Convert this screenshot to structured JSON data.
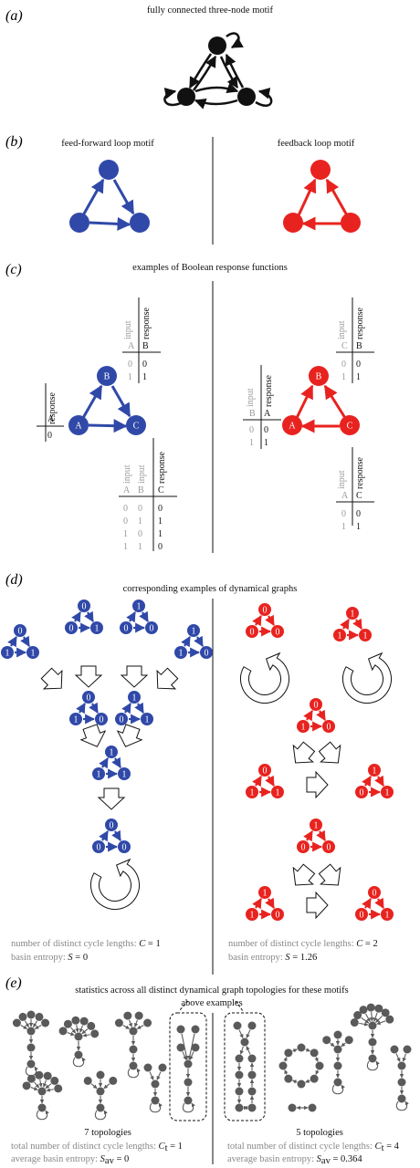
{
  "panels": {
    "a": {
      "label": "(a)",
      "title": "fully connected three-node motif"
    },
    "b": {
      "label": "(b)",
      "left_title": "feed-forward loop motif",
      "right_title": "feedback loop motif"
    },
    "c": {
      "label": "(c)",
      "title": "examples of Boolean response functions"
    },
    "d": {
      "label": "(d)",
      "title": "corresponding examples of dynamical graphs"
    },
    "e": {
      "label": "(e)",
      "title": "statistics across all distinct dynamical graph topologies for these motifs",
      "callout": "above examples"
    }
  },
  "colors": {
    "black": "#111111",
    "blue": "#3049a8",
    "red": "#e8231f",
    "gray": "#5a5a5a"
  },
  "nodes": {
    "A": "A",
    "B": "B",
    "C": "C"
  },
  "tables": {
    "input": "input",
    "response": "response",
    "ffl_A": {
      "resp": "A",
      "rows": [
        [
          "0"
        ]
      ]
    },
    "ffl_B": {
      "in": "A",
      "resp": "B",
      "rows": [
        [
          "0",
          "0"
        ],
        [
          "1",
          "1"
        ]
      ]
    },
    "ffl_C": {
      "in1": "A",
      "in2": "B",
      "resp": "C",
      "rows": [
        [
          "0",
          "0",
          "0"
        ],
        [
          "0",
          "1",
          "1"
        ],
        [
          "1",
          "0",
          "1"
        ],
        [
          "1",
          "1",
          "0"
        ]
      ]
    },
    "fb_A": {
      "in": "B",
      "resp": "A",
      "rows": [
        [
          "0",
          "0"
        ],
        [
          "1",
          "1"
        ]
      ]
    },
    "fb_B": {
      "in": "C",
      "resp": "B",
      "rows": [
        [
          "0",
          "0"
        ],
        [
          "1",
          "1"
        ]
      ]
    },
    "fb_C": {
      "in": "A",
      "resp": "C",
      "rows": [
        [
          "0",
          "0"
        ],
        [
          "1",
          "1"
        ]
      ]
    }
  },
  "states": {
    "s000": [
      "0",
      "0",
      "0"
    ],
    "s001": [
      "0",
      "0",
      "1"
    ],
    "s010": [
      "0",
      "1",
      "0"
    ],
    "s011": [
      "0",
      "1",
      "1"
    ],
    "s100": [
      "1",
      "0",
      "0"
    ],
    "s101": [
      "1",
      "0",
      "1"
    ],
    "s110": [
      "1",
      "1",
      "0"
    ],
    "s111": [
      "1",
      "1",
      "1"
    ]
  },
  "stats_d": {
    "left": {
      "cycles_label": "number of distinct cycle lengths: ",
      "cycles_var": "C",
      "cycles_val": " = 1",
      "entropy_label": "basin entropy: ",
      "entropy_var": "S",
      "entropy_val": " = 0"
    },
    "right": {
      "cycles_label": "number of distinct cycle lengths: ",
      "cycles_var": "C",
      "cycles_val": " = 2",
      "entropy_label": "basin entropy: ",
      "entropy_var": "S",
      "entropy_val": " = 1.26"
    }
  },
  "stats_e": {
    "left": {
      "topologies": "7 topologies",
      "cycles_label": "total number of distinct cycle lengths: ",
      "cycles_var": "C",
      "cycles_sub": "t",
      "cycles_val": " = 1",
      "entropy_label": "average basin entropy: ",
      "entropy_var": "S",
      "entropy_sub": "av",
      "entropy_val": " = 0"
    },
    "right": {
      "topologies": "5 topologies",
      "cycles_label": "total number of distinct cycle lengths: ",
      "cycles_var": "C",
      "cycles_sub": "t",
      "cycles_val": " = 4",
      "entropy_label": "average basin entropy: ",
      "entropy_var": "S",
      "entropy_sub": "av",
      "entropy_val": " = 0.364"
    }
  }
}
